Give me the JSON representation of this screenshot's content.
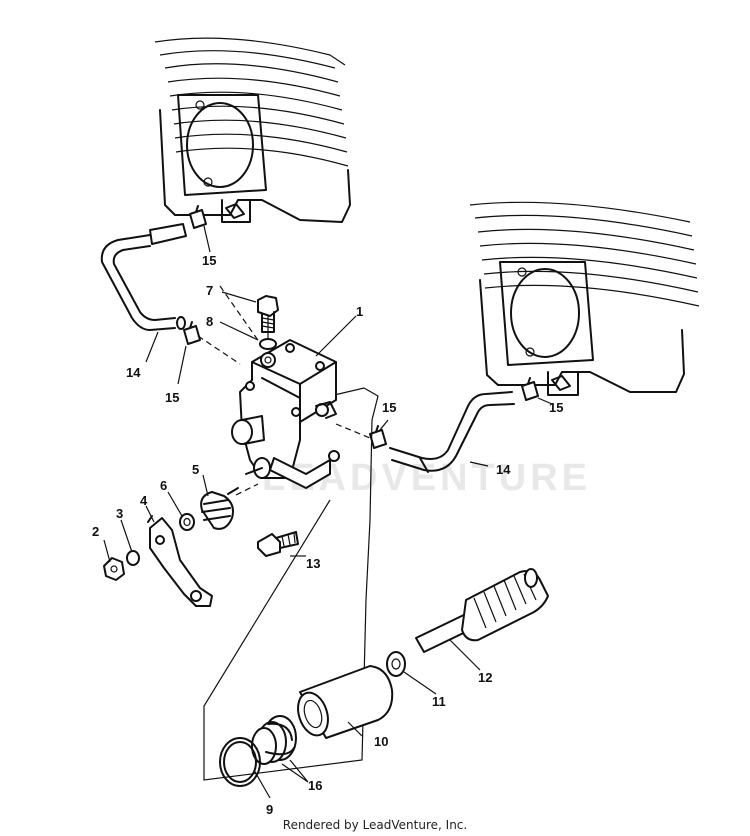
{
  "watermark": "LEADVENTURE",
  "footer": "Rendered by LeadVenture, Inc.",
  "callouts": {
    "c1": "1",
    "c2": "2",
    "c3": "3",
    "c4": "4",
    "c5": "5",
    "c6": "6",
    "c7": "7",
    "c8": "8",
    "c9": "9",
    "c10": "10",
    "c11": "11",
    "c12": "12",
    "c13": "13",
    "c14a": "14",
    "c14b": "14",
    "c15a": "15",
    "c15b": "15",
    "c15c": "15",
    "c15d": "15",
    "c16": "16"
  }
}
